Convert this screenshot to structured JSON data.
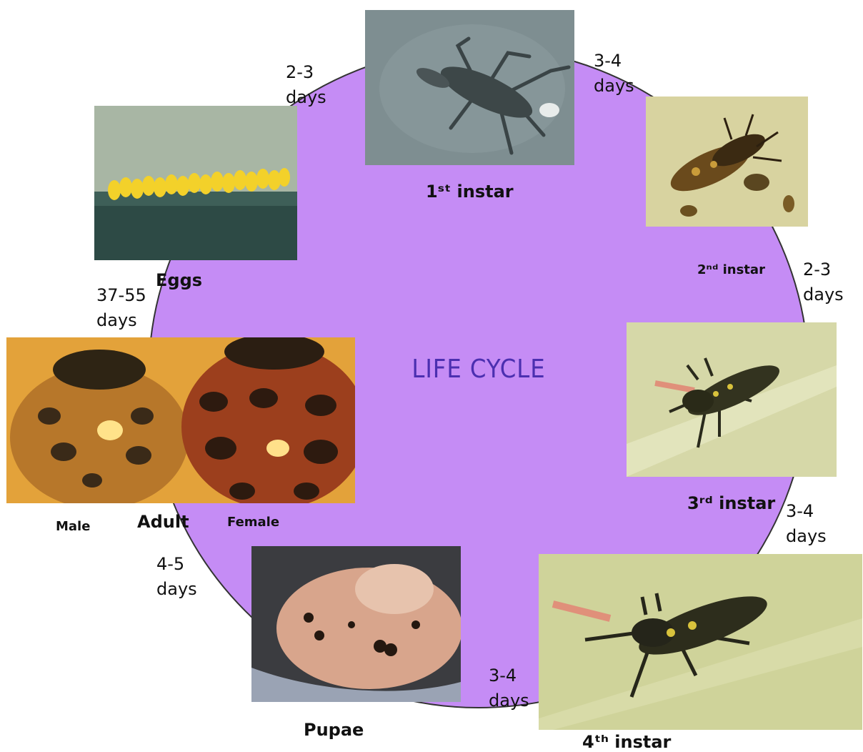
{
  "title": "LIFE CYCLE",
  "stages": {
    "eggs": "Eggs",
    "instar1": "1ˢᵗ instar",
    "instar2": "2ⁿᵈ instar",
    "instar3": "3ʳᵈ instar",
    "instar4": "4ᵗʰ instar",
    "pupae": "Pupae",
    "adult": "Adult",
    "male": "Male",
    "female": "Female"
  },
  "durations": {
    "eggs_to_instar1": [
      "2-3",
      "days"
    ],
    "instar1_to_instar2": [
      "3-4",
      "days"
    ],
    "instar2_to_instar3": [
      "2-3",
      "days"
    ],
    "instar3_to_instar4": [
      "3-4",
      "days"
    ],
    "instar4_to_pupae": [
      "3-4",
      "days"
    ],
    "pupae_to_adult": [
      "4-5",
      "days"
    ],
    "adult_to_eggs": [
      "37-55",
      "days"
    ]
  },
  "colors": {
    "circle": "#c58cf5",
    "title": "#4b2fb0"
  }
}
